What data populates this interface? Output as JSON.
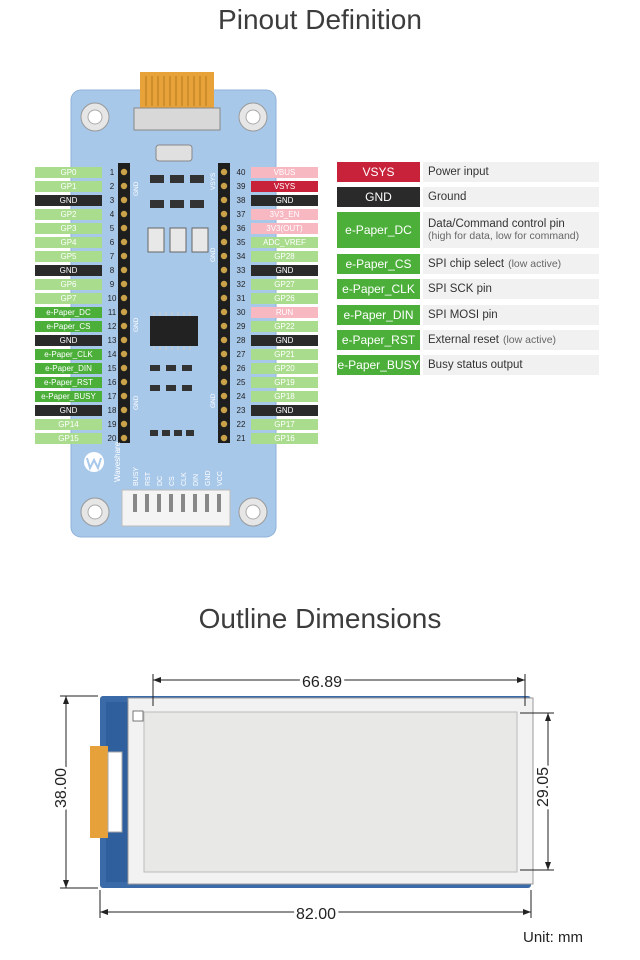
{
  "titles": {
    "pinout": "Pinout Definition",
    "outline": "Outline Dimensions"
  },
  "board": {
    "logo_text": "Waveshare",
    "side_labels_left": [
      "GND",
      "GND",
      "GND"
    ],
    "side_labels_right": [
      "VSYS",
      "GND",
      "GND"
    ],
    "connector_labels": [
      "BUSY",
      "RST",
      "DC",
      "CS",
      "CLK",
      "DIN",
      "GND",
      "VCC"
    ]
  },
  "pins_left": [
    {
      "num": "1",
      "label": "GP0",
      "color": "green"
    },
    {
      "num": "2",
      "label": "GP1",
      "color": "green"
    },
    {
      "num": "3",
      "label": "GND",
      "color": "black"
    },
    {
      "num": "4",
      "label": "GP2",
      "color": "green"
    },
    {
      "num": "5",
      "label": "GP3",
      "color": "green"
    },
    {
      "num": "6",
      "label": "GP4",
      "color": "green"
    },
    {
      "num": "7",
      "label": "GP5",
      "color": "green"
    },
    {
      "num": "8",
      "label": "GND",
      "color": "black"
    },
    {
      "num": "9",
      "label": "GP6",
      "color": "green"
    },
    {
      "num": "10",
      "label": "GP7",
      "color": "green"
    },
    {
      "num": "11",
      "label": "e-Paper_DC",
      "color": "dgreen"
    },
    {
      "num": "12",
      "label": "e-Paper_CS",
      "color": "dgreen"
    },
    {
      "num": "13",
      "label": "GND",
      "color": "black"
    },
    {
      "num": "14",
      "label": "e-Paper_CLK",
      "color": "dgreen"
    },
    {
      "num": "15",
      "label": "e-Paper_DIN",
      "color": "dgreen"
    },
    {
      "num": "16",
      "label": "e-Paper_RST",
      "color": "dgreen"
    },
    {
      "num": "17",
      "label": "e-Paper_BUSY",
      "color": "dgreen"
    },
    {
      "num": "18",
      "label": "GND",
      "color": "black"
    },
    {
      "num": "19",
      "label": "GP14",
      "color": "green"
    },
    {
      "num": "20",
      "label": "GP15",
      "color": "green"
    }
  ],
  "pins_right": [
    {
      "num": "40",
      "label": "VBUS",
      "color": "pink"
    },
    {
      "num": "39",
      "label": "VSYS",
      "color": "red"
    },
    {
      "num": "38",
      "label": "GND",
      "color": "black"
    },
    {
      "num": "37",
      "label": "3V3_EN",
      "color": "pink"
    },
    {
      "num": "36",
      "label": "3V3(OUT)",
      "color": "pink"
    },
    {
      "num": "35",
      "label": "ADC_VREF",
      "color": "green"
    },
    {
      "num": "34",
      "label": "GP28",
      "color": "green"
    },
    {
      "num": "33",
      "label": "GND",
      "color": "black"
    },
    {
      "num": "32",
      "label": "GP27",
      "color": "green"
    },
    {
      "num": "31",
      "label": "GP26",
      "color": "green"
    },
    {
      "num": "30",
      "label": "RUN",
      "color": "pink"
    },
    {
      "num": "29",
      "label": "GP22",
      "color": "green"
    },
    {
      "num": "28",
      "label": "GND",
      "color": "black"
    },
    {
      "num": "27",
      "label": "GP21",
      "color": "green"
    },
    {
      "num": "26",
      "label": "GP20",
      "color": "green"
    },
    {
      "num": "25",
      "label": "GP19",
      "color": "green"
    },
    {
      "num": "24",
      "label": "GP18",
      "color": "green"
    },
    {
      "num": "23",
      "label": "GND",
      "color": "black"
    },
    {
      "num": "22",
      "label": "GP17",
      "color": "green"
    },
    {
      "num": "21",
      "label": "GP16",
      "color": "green"
    }
  ],
  "definitions": [
    {
      "badge": "VSYS",
      "color": "red",
      "desc": "Power input",
      "note": ""
    },
    {
      "badge": "GND",
      "color": "black",
      "desc": "Ground",
      "note": ""
    },
    {
      "badge": "e-Paper_DC",
      "color": "dgreen",
      "desc": "Data/Command control pin",
      "note": "(high for data, low for command)"
    },
    {
      "badge": "e-Paper_CS",
      "color": "dgreen",
      "desc": "SPI chip select",
      "note": "(low active)"
    },
    {
      "badge": "e-Paper_CLK",
      "color": "dgreen",
      "desc": "SPI  SCK pin",
      "note": ""
    },
    {
      "badge": "e-Paper_DIN",
      "color": "dgreen",
      "desc": "SPI MOSI pin",
      "note": ""
    },
    {
      "badge": "e-Paper_RST",
      "color": "dgreen",
      "desc": "External reset",
      "note": "(low active)"
    },
    {
      "badge": "e-Paper_BUSY",
      "color": "dgreen",
      "desc": "Busy status output",
      "note": ""
    }
  ],
  "dimensions": {
    "top": "66.89",
    "bottom": "82.00",
    "left": "38.00",
    "right": "29.05",
    "unit": "Unit: mm"
  },
  "colors": {
    "green": "#a9dc8c",
    "dgreen": "#4caf3a",
    "black": "#2a2a2a",
    "pink": "#f7b8c2",
    "red": "#c8223a",
    "board": "#a8c8ea"
  }
}
